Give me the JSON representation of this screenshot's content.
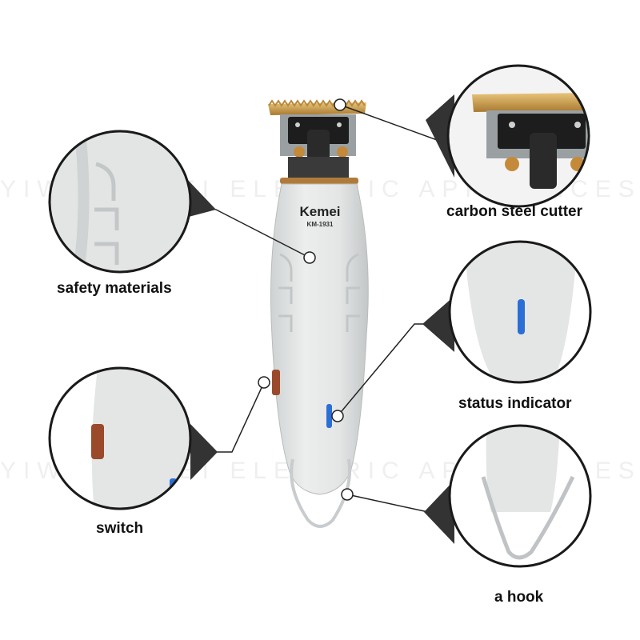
{
  "brand": {
    "name": "Kemei",
    "model": "KM-1931"
  },
  "watermark": "YIWU KEMEI ELECTRIC APPLIANCES CO., L",
  "callouts": {
    "cutter": "carbon steel cutter",
    "safety": "safety materials",
    "status": "status indicator",
    "switch": "switch",
    "hook": "a hook"
  },
  "colors": {
    "body": "#e6e8e8",
    "blade": "#c79a4a",
    "indicator": "#2b6fd6",
    "switch": "#9a4a2a"
  }
}
